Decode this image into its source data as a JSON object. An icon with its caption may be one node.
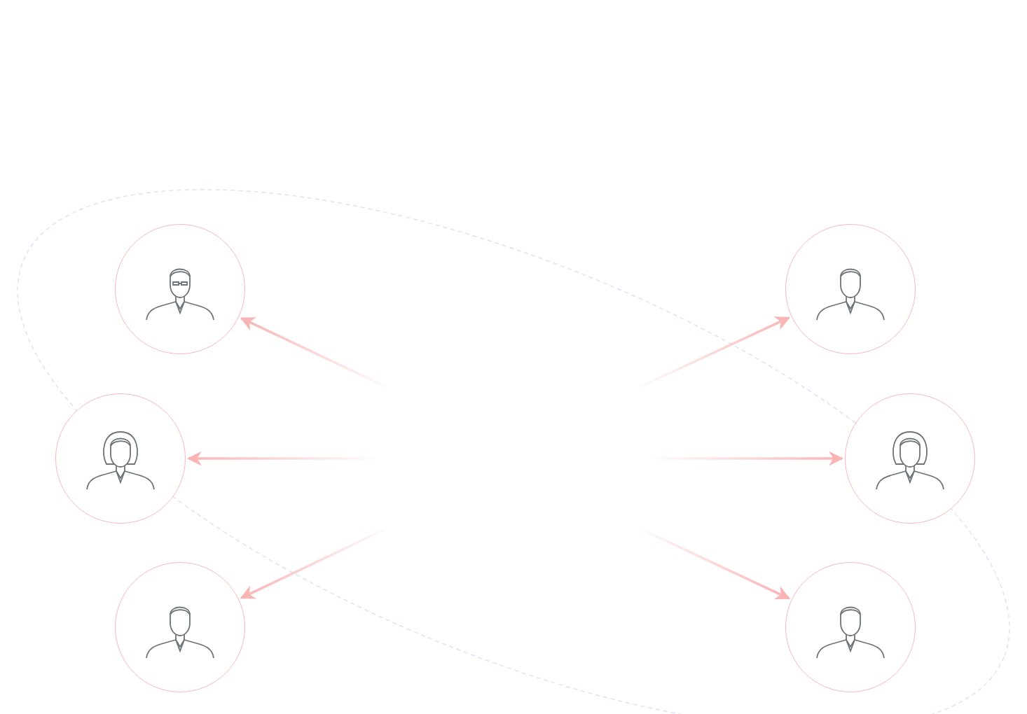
{
  "diagram": {
    "nodes": [
      {
        "text": [],
        "shape": "person"
      },
      {
        "text": [],
        "shape": "person"
      },
      {
        "text": [],
        "shape": "person"
      },
      {
        "text": [],
        "shape": "person"
      },
      {
        "text": [],
        "shape": "person"
      },
      {
        "text": [],
        "shape": "person"
      }
    ],
    "edges": [
      {
        "from": null,
        "to": 0,
        "arrow": "to"
      },
      {
        "from": null,
        "to": 1,
        "arrow": "to"
      },
      {
        "from": null,
        "to": 2,
        "arrow": "to"
      },
      {
        "from": null,
        "to": 3,
        "arrow": "to"
      },
      {
        "from": null,
        "to": 4,
        "arrow": "to"
      },
      {
        "from": null,
        "to": 5,
        "arrow": "to"
      }
    ]
  }
}
